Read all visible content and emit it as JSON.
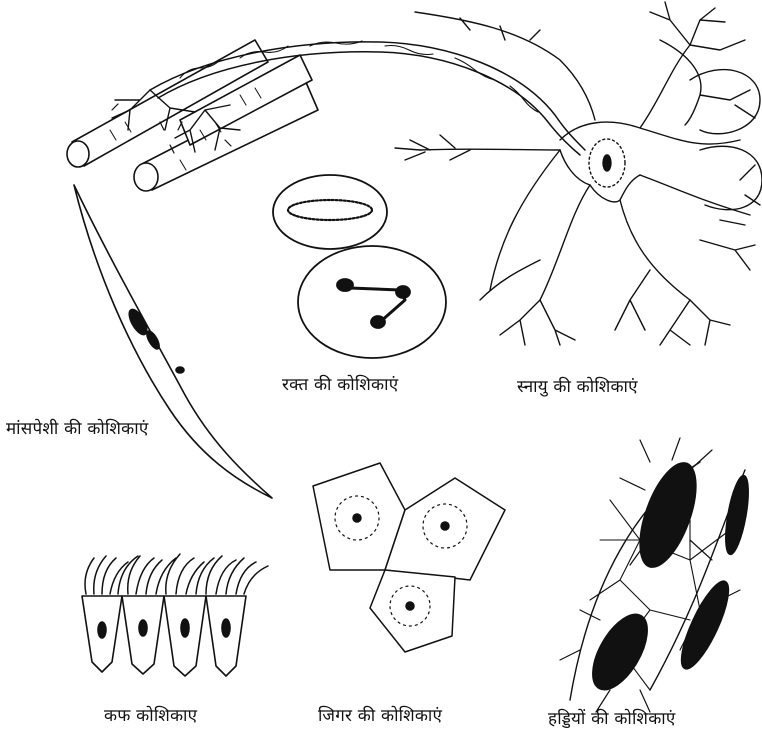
{
  "labels": {
    "blood": "रक्त की कोशिकाएं",
    "nerve": "स्नायु की कोशिकाएं",
    "muscle": "मांसपेशी की कोशिकाएं",
    "phlegm": "कफ कोशिकाए",
    "liver": "जिगर की कोशिकाएं",
    "bone": "हड्डियों की कोशिकाएं"
  },
  "colors": {
    "ink": "#111111",
    "paper": "#ffffff"
  }
}
